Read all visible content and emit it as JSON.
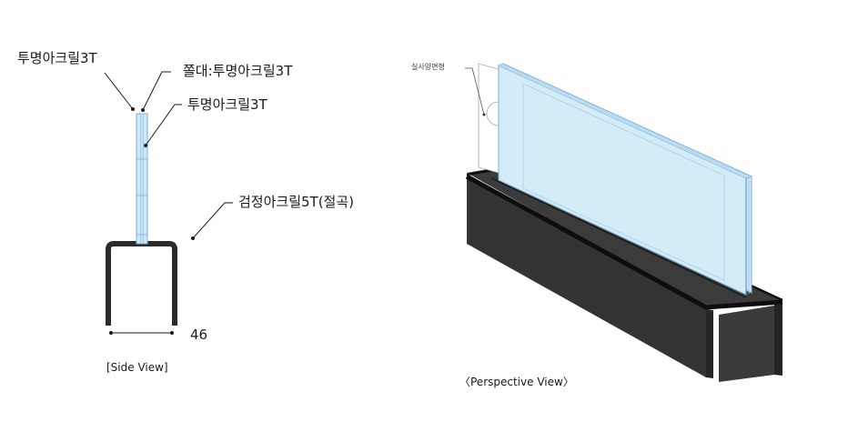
{
  "side_view": {
    "labels": {
      "acrylic_left": "투명아크릴3T",
      "spacer": "쫄대:투명아크릴3T",
      "acrylic_right": "투명아크릴3T",
      "base": "검정아크릴5T(절곡)"
    },
    "dimension": "46",
    "caption": "[Side View]"
  },
  "perspective_view": {
    "label": "실사양면형",
    "caption": "〈Perspective View〉"
  },
  "colors": {
    "acrylic_fill": "#cfe8f7",
    "acrylic_edge": "#7fb2d6",
    "base_black": "#2b2b2b",
    "base_top": "#111111",
    "line": "#1a1a1a"
  }
}
